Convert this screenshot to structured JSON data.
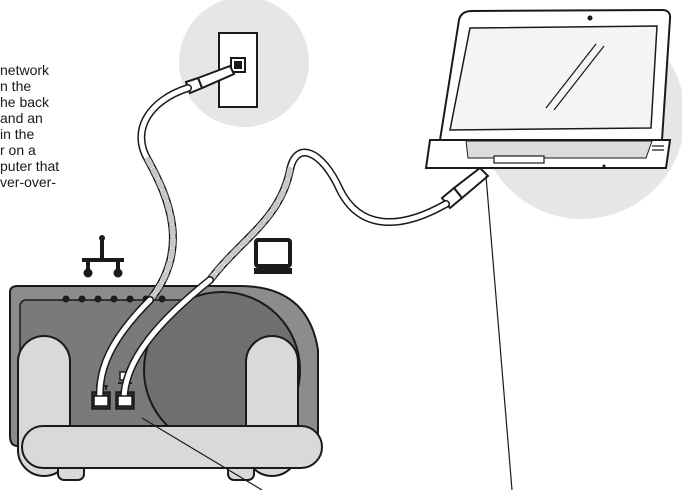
{
  "caption": {
    "lines": [
      "network",
      "n the",
      "he back",
      "and an",
      " in the",
      "r on a",
      "puter that",
      "ver-over-"
    ]
  },
  "icons": {
    "network_port_icon": "ethernet-network-icon",
    "computer_port_icon": "computer-monitor-icon"
  },
  "colors": {
    "outline": "#1a1a1a",
    "device_body": "#8c8c8c",
    "device_dark": "#555555",
    "circle_background": "#e6e6e6",
    "cable_fill": "#ffffff",
    "cable_dashed": "#c8c8c8"
  }
}
